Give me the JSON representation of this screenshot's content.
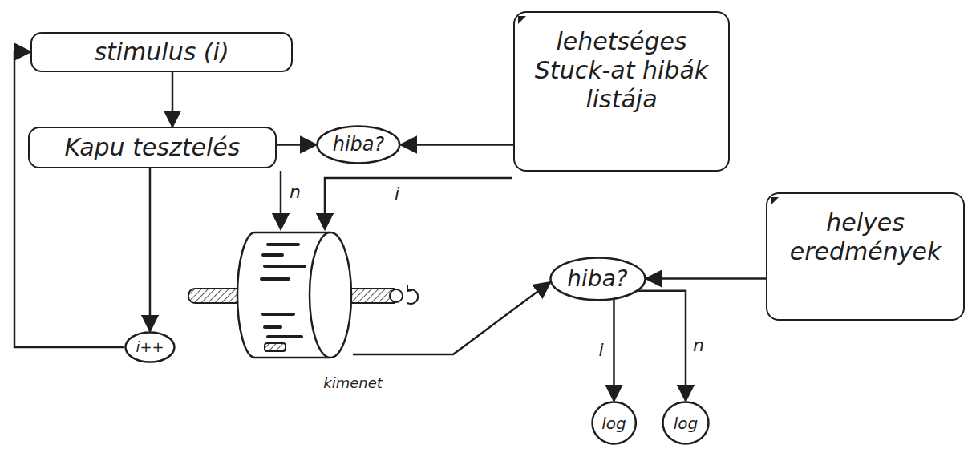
{
  "diagram": {
    "nodes": [
      {
        "text": [
          "stimulus (i)"
        ]
      },
      {
        "text": [
          "Kapu tesztelés"
        ]
      },
      {
        "text": [
          "hiba?"
        ]
      },
      {
        "text": [
          "lehetséges Stuck-at hibák listája"
        ]
      },
      {
        "text": [
          "i++"
        ]
      },
      {
        "text": [
          "hiba?"
        ]
      },
      {
        "text": [
          "helyes eredmények"
        ]
      },
      {
        "text": [
          "log"
        ]
      },
      {
        "text": [
          "log"
        ]
      }
    ],
    "edges": [
      {
        "from": 0,
        "to": 1,
        "arrow": "to"
      },
      {
        "from": 1,
        "to": 2,
        "arrow": "to"
      },
      {
        "from": 3,
        "to": 2,
        "arrow": "to"
      },
      {
        "from": 1,
        "to": 4,
        "arrow": "to"
      },
      {
        "from": 4,
        "to": 0,
        "arrow": "to"
      },
      {
        "from": 6,
        "to": 5,
        "arrow": "to"
      },
      {
        "from": 5,
        "to": 7,
        "label": "i",
        "arrow": "to"
      },
      {
        "from": 5,
        "to": 8,
        "label": "n",
        "arrow": "to"
      }
    ],
    "labels": [
      "n",
      "i",
      "kimenet"
    ]
  }
}
